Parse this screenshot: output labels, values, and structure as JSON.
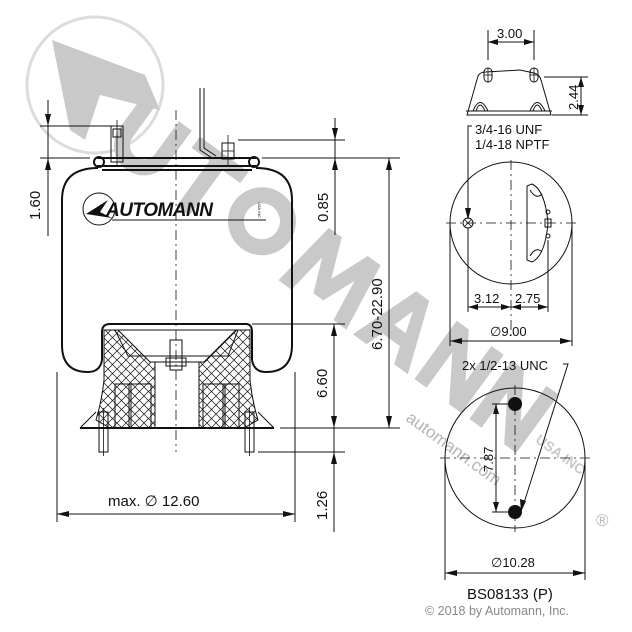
{
  "watermark": {
    "brand": "AUTOMANN",
    "url": "automann.com",
    "suffix": "USA INC",
    "registered": "®",
    "color": "#c9c9c9"
  },
  "logo": {
    "brand": "AUTOMANN",
    "suffix": "USA INC"
  },
  "side_view": {
    "dims": {
      "top_stud_height": "1.60",
      "air_fitting_height": "0.85",
      "working_height_range": "6.70-22.90",
      "piston_height": "6.60",
      "bottom_stud_length": "1.26",
      "max_diameter": "max. ∅ 12.60"
    }
  },
  "top_plate_view": {
    "dims": {
      "stud_spacing": "3.00",
      "bracket_height": "2.44"
    }
  },
  "top_view": {
    "thread_note_line1": "3/4-16 UNF",
    "thread_note_line2": "1/4-18 NPTF",
    "dims": {
      "left_offset": "3.12",
      "right_offset": "2.75",
      "diameter": "∅9.00"
    }
  },
  "bottom_view": {
    "thread_note": "2x 1/2-13 UNC",
    "dims": {
      "hole_spacing": "7.87",
      "diameter": "∅10.28"
    }
  },
  "footer": {
    "part_number": "BS08133 (P)",
    "copyright": "© 2018 by Automann, Inc."
  }
}
